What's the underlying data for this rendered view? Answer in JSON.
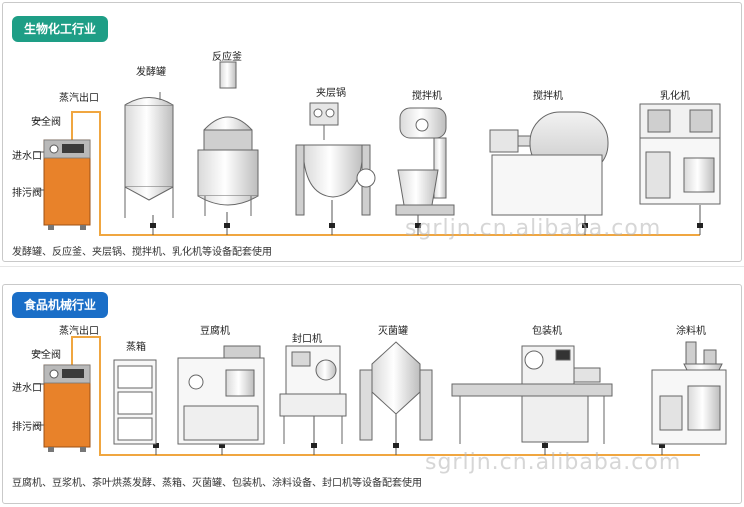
{
  "section1": {
    "title": "生物化工行业",
    "caption": "发酵罐、反应釜、夹层锅、搅拌机、乳化机等设备配套使用",
    "labels": {
      "steam_outlet": "蒸汽出口",
      "safety_valve": "安全阀",
      "water_inlet": "进水口",
      "drain_valve": "排污阀",
      "fermenter": "发酵罐",
      "reactor": "反应釜",
      "jacketed_kettle": "夹层锅",
      "mixer1": "搅拌机",
      "mixer2": "搅拌机",
      "emulsifier": "乳化机"
    },
    "watermark": "sgrljn.cn.alibaba.com"
  },
  "section2": {
    "title": "食品机械行业",
    "caption": "豆腐机、豆浆机、茶叶烘蒸发酵、蒸箱、灭菌罐、包装机、涂料设备、封口机等设备配套使用",
    "labels": {
      "steam_outlet": "蒸汽出口",
      "safety_valve": "安全阀",
      "water_inlet": "进水口",
      "drain_valve": "排污阀",
      "steamer": "蒸箱",
      "tofu_machine": "豆腐机",
      "sealer": "封口机",
      "sterilizer": "灭菌罐",
      "packer": "包装机",
      "coater": "涂料机"
    },
    "watermark": "sgrljn.cn.alibaba.com"
  },
  "colors": {
    "pipe": "#f0a640",
    "boiler": "#e8822a",
    "badge1": "#1e9e86",
    "badge2": "#1a6ec7"
  }
}
